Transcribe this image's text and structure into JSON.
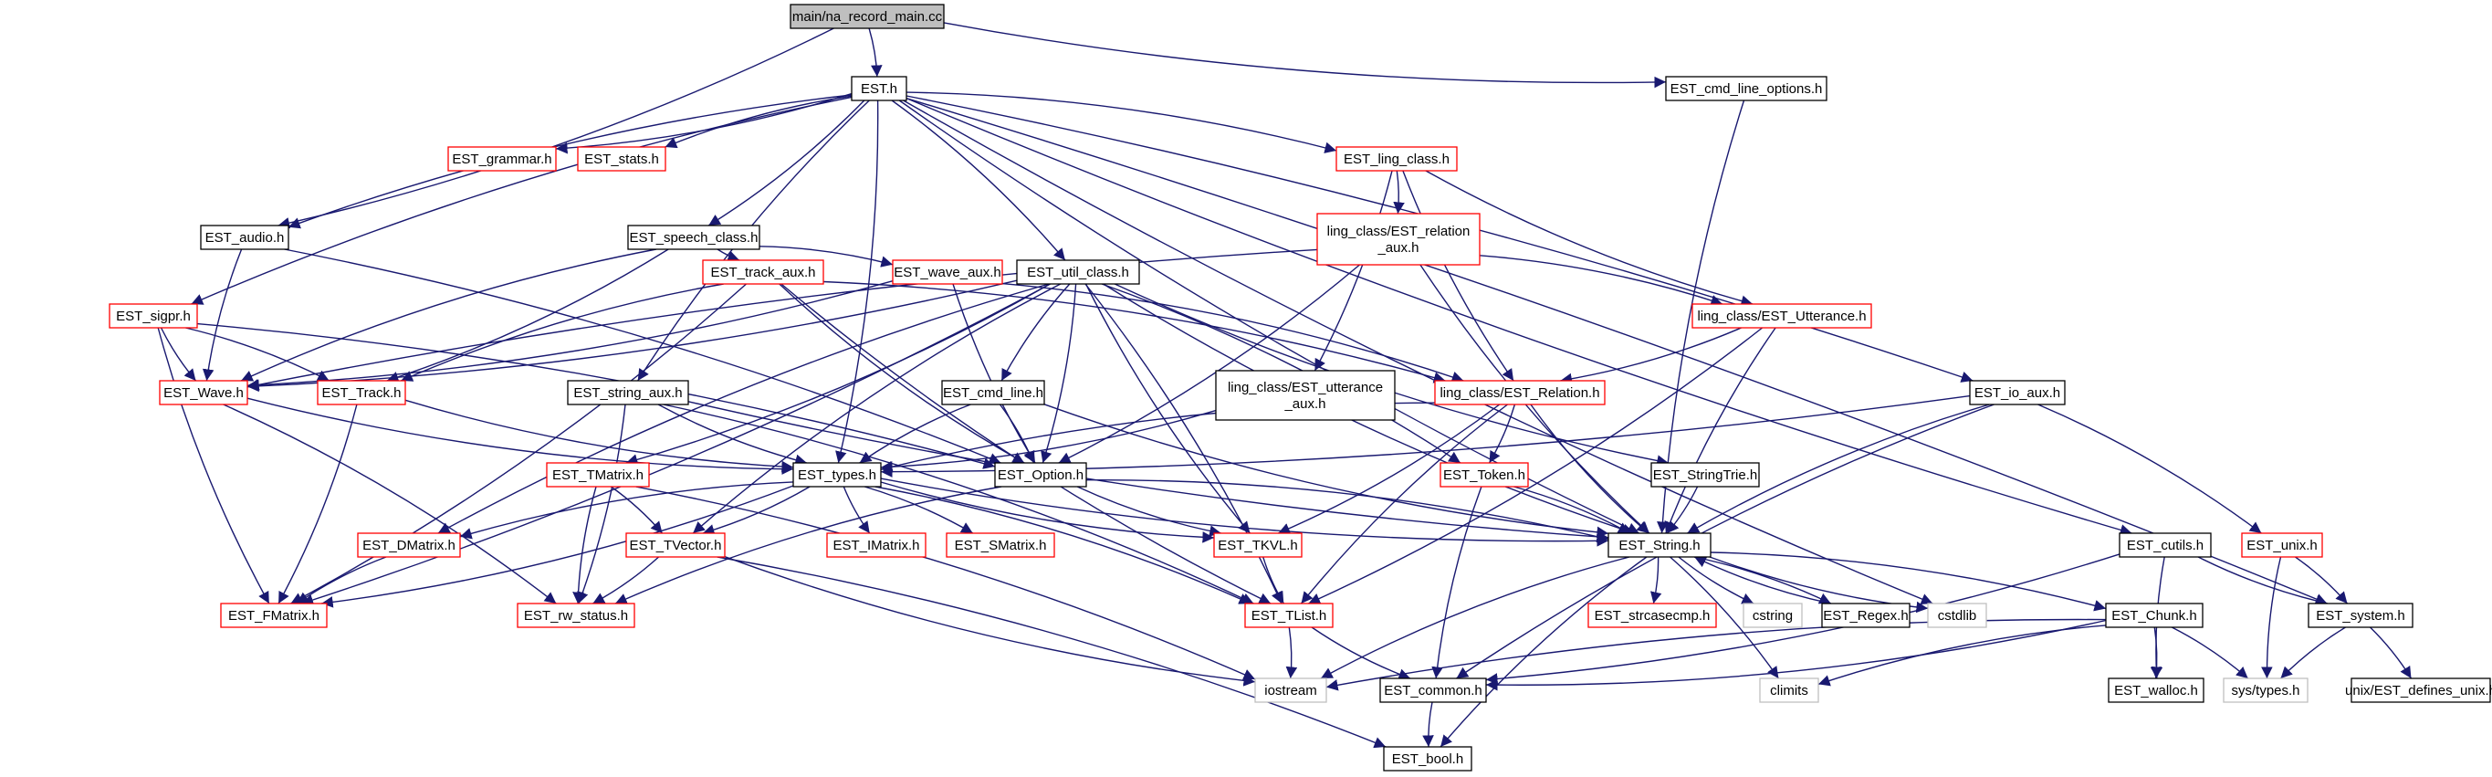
{
  "graph": {
    "colors": {
      "edge": "#191970",
      "node_border_default": "#000000",
      "node_border_undocumented": "#ff0000",
      "node_border_system": "#bfbfbf",
      "root_fill": "#bfbfbf",
      "node_fill": "#ffffff"
    },
    "nodes": [
      {
        "id": "root",
        "label": "main/na_record_main.cc",
        "kind": "root"
      },
      {
        "id": "EST_h",
        "label": "EST.h",
        "kind": "default"
      },
      {
        "id": "cmd_line_options",
        "label": "EST_cmd_line_options.h",
        "kind": "default"
      },
      {
        "id": "grammar",
        "label": "EST_grammar.h",
        "kind": "undocumented"
      },
      {
        "id": "stats",
        "label": "EST_stats.h",
        "kind": "undocumented"
      },
      {
        "id": "ling_class",
        "label": "EST_ling_class.h",
        "kind": "undocumented"
      },
      {
        "id": "audio",
        "label": "EST_audio.h",
        "kind": "default"
      },
      {
        "id": "speech_class",
        "label": "EST_speech_class.h",
        "kind": "default"
      },
      {
        "id": "relation_aux",
        "label": [
          "ling_class/EST_relation",
          "_aux.h"
        ],
        "kind": "undocumented"
      },
      {
        "id": "sigpr",
        "label": "EST_sigpr.h",
        "kind": "undocumented"
      },
      {
        "id": "track_aux",
        "label": "EST_track_aux.h",
        "kind": "undocumented"
      },
      {
        "id": "wave_aux",
        "label": "EST_wave_aux.h",
        "kind": "undocumented"
      },
      {
        "id": "util_class",
        "label": "EST_util_class.h",
        "kind": "default"
      },
      {
        "id": "utterance",
        "label": "ling_class/EST_Utterance.h",
        "kind": "undocumented"
      },
      {
        "id": "wave",
        "label": "EST_Wave.h",
        "kind": "undocumented"
      },
      {
        "id": "track",
        "label": "EST_Track.h",
        "kind": "undocumented"
      },
      {
        "id": "string_aux",
        "label": "EST_string_aux.h",
        "kind": "default"
      },
      {
        "id": "cmd_line",
        "label": "EST_cmd_line.h",
        "kind": "default"
      },
      {
        "id": "utterance_aux",
        "label": [
          "ling_class/EST_utterance",
          "_aux.h"
        ],
        "kind": "default"
      },
      {
        "id": "relation",
        "label": "ling_class/EST_Relation.h",
        "kind": "undocumented"
      },
      {
        "id": "io_aux",
        "label": "EST_io_aux.h",
        "kind": "default"
      },
      {
        "id": "tmatrix",
        "label": "EST_TMatrix.h",
        "kind": "undocumented"
      },
      {
        "id": "types",
        "label": "EST_types.h",
        "kind": "default"
      },
      {
        "id": "option",
        "label": "EST_Option.h",
        "kind": "default"
      },
      {
        "id": "token",
        "label": "EST_Token.h",
        "kind": "undocumented"
      },
      {
        "id": "stringtrie",
        "label": "EST_StringTrie.h",
        "kind": "default"
      },
      {
        "id": "dmatrix",
        "label": "EST_DMatrix.h",
        "kind": "undocumented"
      },
      {
        "id": "tvector",
        "label": "EST_TVector.h",
        "kind": "undocumented"
      },
      {
        "id": "imatrix",
        "label": "EST_IMatrix.h",
        "kind": "undocumented"
      },
      {
        "id": "smatrix",
        "label": "EST_SMatrix.h",
        "kind": "undocumented"
      },
      {
        "id": "tkvl",
        "label": "EST_TKVL.h",
        "kind": "undocumented"
      },
      {
        "id": "string",
        "label": "EST_String.h",
        "kind": "default"
      },
      {
        "id": "cutils",
        "label": "EST_cutils.h",
        "kind": "default"
      },
      {
        "id": "unix",
        "label": "EST_unix.h",
        "kind": "undocumented"
      },
      {
        "id": "fmatrix",
        "label": "EST_FMatrix.h",
        "kind": "undocumented"
      },
      {
        "id": "rw_status",
        "label": "EST_rw_status.h",
        "kind": "undocumented"
      },
      {
        "id": "tlist",
        "label": "EST_TList.h",
        "kind": "undocumented"
      },
      {
        "id": "strcasecmp",
        "label": "EST_strcasecmp.h",
        "kind": "undocumented"
      },
      {
        "id": "cstring",
        "label": "cstring",
        "kind": "system"
      },
      {
        "id": "regex",
        "label": "EST_Regex.h",
        "kind": "default"
      },
      {
        "id": "cstdlib",
        "label": "cstdlib",
        "kind": "system"
      },
      {
        "id": "chunk",
        "label": "EST_Chunk.h",
        "kind": "default"
      },
      {
        "id": "system",
        "label": "EST_system.h",
        "kind": "default"
      },
      {
        "id": "iostream",
        "label": "iostream",
        "kind": "system"
      },
      {
        "id": "common",
        "label": "EST_common.h",
        "kind": "default"
      },
      {
        "id": "climits",
        "label": "climits",
        "kind": "system"
      },
      {
        "id": "walloc",
        "label": "EST_walloc.h",
        "kind": "default"
      },
      {
        "id": "sys_types",
        "label": "sys/types.h",
        "kind": "system"
      },
      {
        "id": "defines_unix",
        "label": "unix/EST_defines_unix.h",
        "kind": "default"
      },
      {
        "id": "bool",
        "label": "EST_bool.h",
        "kind": "default"
      }
    ],
    "edges": [
      [
        "root",
        "EST_h"
      ],
      [
        "root",
        "cmd_line_options"
      ],
      [
        "root",
        "audio"
      ],
      [
        "cmd_line_options",
        "string"
      ],
      [
        "EST_h",
        "grammar"
      ],
      [
        "EST_h",
        "stats"
      ],
      [
        "EST_h",
        "ling_class"
      ],
      [
        "EST_h",
        "audio"
      ],
      [
        "EST_h",
        "speech_class"
      ],
      [
        "EST_h",
        "sigpr"
      ],
      [
        "EST_h",
        "util_class"
      ],
      [
        "EST_h",
        "string_aux"
      ],
      [
        "EST_h",
        "io_aux"
      ],
      [
        "EST_h",
        "cutils"
      ],
      [
        "EST_h",
        "system"
      ],
      [
        "EST_h",
        "cstdlib"
      ],
      [
        "EST_h",
        "types"
      ],
      [
        "EST_h",
        "string"
      ],
      [
        "ling_class",
        "relation_aux"
      ],
      [
        "ling_class",
        "utterance"
      ],
      [
        "ling_class",
        "utterance_aux"
      ],
      [
        "ling_class",
        "relation"
      ],
      [
        "relation_aux",
        "utterance"
      ],
      [
        "relation_aux",
        "wave"
      ],
      [
        "relation_aux",
        "option"
      ],
      [
        "relation_aux",
        "string"
      ],
      [
        "utterance",
        "relation"
      ],
      [
        "utterance",
        "string"
      ],
      [
        "utterance",
        "tlist"
      ],
      [
        "audio",
        "wave"
      ],
      [
        "audio",
        "option"
      ],
      [
        "speech_class",
        "track_aux"
      ],
      [
        "speech_class",
        "wave_aux"
      ],
      [
        "speech_class",
        "wave"
      ],
      [
        "speech_class",
        "track"
      ],
      [
        "sigpr",
        "wave"
      ],
      [
        "sigpr",
        "track"
      ],
      [
        "sigpr",
        "fmatrix"
      ],
      [
        "sigpr",
        "option"
      ],
      [
        "track_aux",
        "track"
      ],
      [
        "track_aux",
        "fmatrix"
      ],
      [
        "track_aux",
        "option"
      ],
      [
        "track_aux",
        "relation"
      ],
      [
        "track_aux",
        "tlist"
      ],
      [
        "wave_aux",
        "wave"
      ],
      [
        "wave_aux",
        "option"
      ],
      [
        "wave_aux",
        "relation"
      ],
      [
        "util_class",
        "cmd_line"
      ],
      [
        "util_class",
        "option"
      ],
      [
        "util_class",
        "tkvl"
      ],
      [
        "util_class",
        "tlist"
      ],
      [
        "util_class",
        "stringtrie"
      ],
      [
        "util_class",
        "token"
      ],
      [
        "util_class",
        "dmatrix"
      ],
      [
        "util_class",
        "tmatrix"
      ],
      [
        "util_class",
        "tvector"
      ],
      [
        "util_class",
        "fmatrix"
      ],
      [
        "util_class",
        "string"
      ],
      [
        "util_class",
        "wave"
      ],
      [
        "wave",
        "types"
      ],
      [
        "wave",
        "rw_status"
      ],
      [
        "track",
        "types"
      ],
      [
        "track",
        "fmatrix"
      ],
      [
        "string_aux",
        "types"
      ],
      [
        "string_aux",
        "rw_status"
      ],
      [
        "string_aux",
        "string"
      ],
      [
        "string_aux",
        "tlist"
      ],
      [
        "cmd_line",
        "types"
      ],
      [
        "cmd_line",
        "option"
      ],
      [
        "cmd_line",
        "string"
      ],
      [
        "utterance_aux",
        "types"
      ],
      [
        "relation",
        "types"
      ],
      [
        "relation",
        "token"
      ],
      [
        "relation",
        "string"
      ],
      [
        "relation",
        "tkvl"
      ],
      [
        "relation",
        "tlist"
      ],
      [
        "io_aux",
        "types"
      ],
      [
        "io_aux",
        "string"
      ],
      [
        "io_aux",
        "unix"
      ],
      [
        "io_aux",
        "common"
      ],
      [
        "tmatrix",
        "tvector"
      ],
      [
        "tmatrix",
        "rw_status"
      ],
      [
        "tmatrix",
        "iostream"
      ],
      [
        "types",
        "dmatrix"
      ],
      [
        "types",
        "tvector"
      ],
      [
        "types",
        "imatrix"
      ],
      [
        "types",
        "smatrix"
      ],
      [
        "types",
        "tkvl"
      ],
      [
        "types",
        "tlist"
      ],
      [
        "types",
        "string"
      ],
      [
        "types",
        "fmatrix"
      ],
      [
        "option",
        "tkvl"
      ],
      [
        "option",
        "string"
      ],
      [
        "option",
        "rw_status"
      ],
      [
        "token",
        "string"
      ],
      [
        "token",
        "common"
      ],
      [
        "stringtrie",
        "string"
      ],
      [
        "dmatrix",
        "fmatrix"
      ],
      [
        "tvector",
        "rw_status"
      ],
      [
        "tvector",
        "iostream"
      ],
      [
        "tvector",
        "bool"
      ],
      [
        "tkvl",
        "tlist"
      ],
      [
        "string",
        "strcasecmp"
      ],
      [
        "string",
        "cstring"
      ],
      [
        "string",
        "regex"
      ],
      [
        "string",
        "cstdlib"
      ],
      [
        "string",
        "chunk"
      ],
      [
        "string",
        "iostream"
      ],
      [
        "string",
        "climits"
      ],
      [
        "string",
        "bool"
      ],
      [
        "regex",
        "string"
      ],
      [
        "cutils",
        "system"
      ],
      [
        "cutils",
        "common"
      ],
      [
        "cutils",
        "walloc"
      ],
      [
        "unix",
        "system"
      ],
      [
        "unix",
        "sys_types"
      ],
      [
        "tlist",
        "iostream"
      ],
      [
        "tlist",
        "common"
      ],
      [
        "chunk",
        "walloc"
      ],
      [
        "chunk",
        "iostream"
      ],
      [
        "chunk",
        "common"
      ],
      [
        "chunk",
        "climits"
      ],
      [
        "chunk",
        "sys_types"
      ],
      [
        "system",
        "sys_types"
      ],
      [
        "system",
        "defines_unix"
      ],
      [
        "common",
        "bool"
      ]
    ]
  }
}
